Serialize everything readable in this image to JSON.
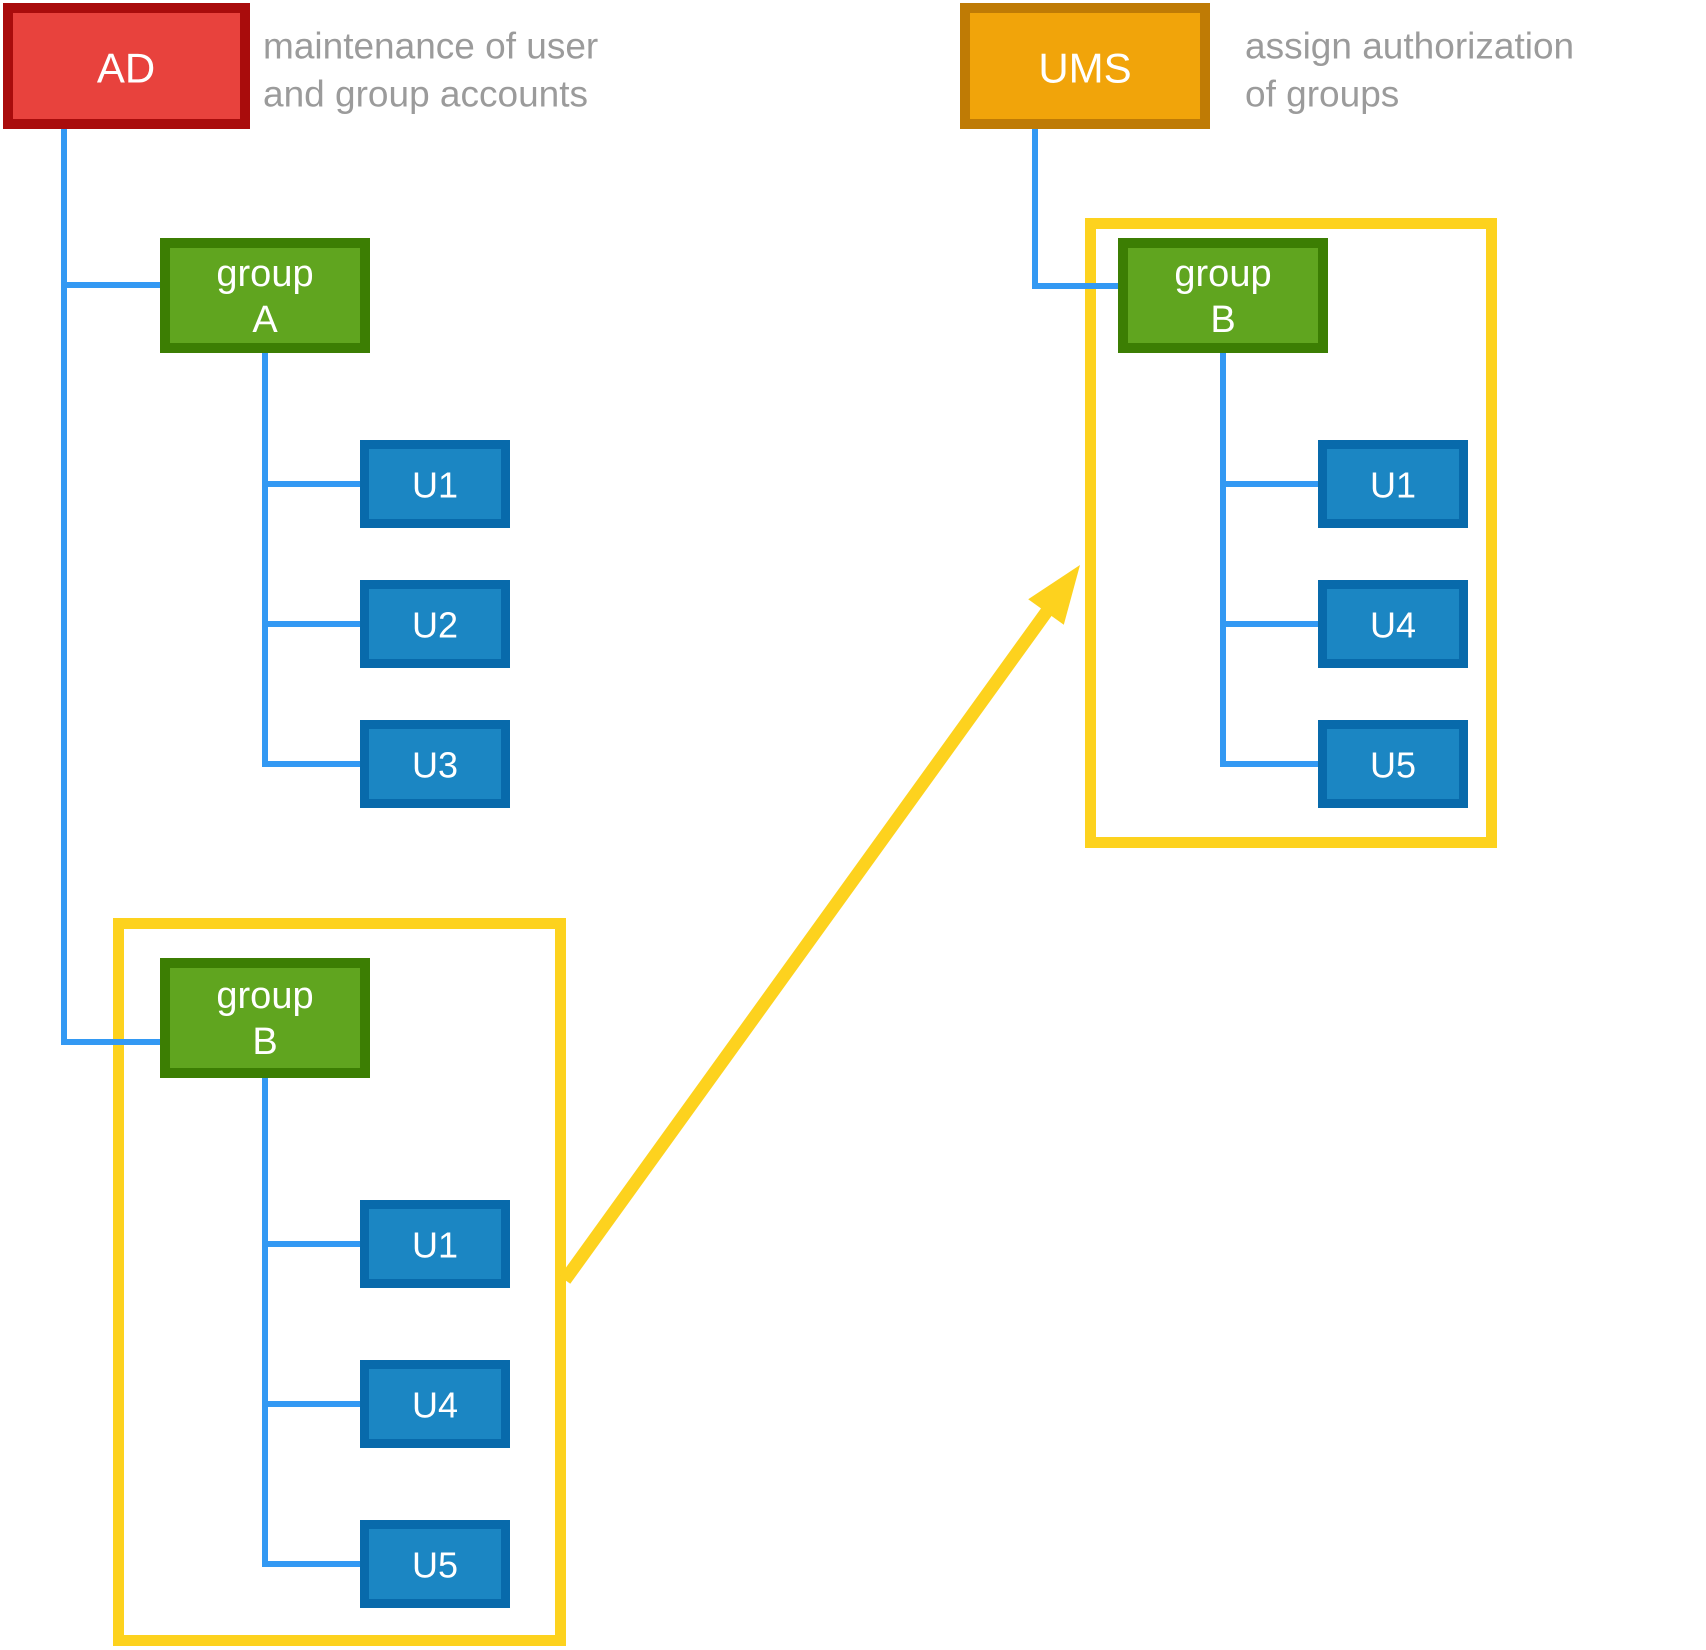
{
  "diagram": {
    "ad": {
      "label": "AD",
      "caption_line1": "maintenance of user",
      "caption_line2": "and group accounts"
    },
    "ums": {
      "label": "UMS",
      "caption_line1": "assign authorization",
      "caption_line2": "of groups"
    },
    "ad_tree_a": {
      "group_line1": "group",
      "group_line2": "A",
      "users": [
        "U1",
        "U2",
        "U3"
      ]
    },
    "ad_tree_b": {
      "group_line1": "group",
      "group_line2": "B",
      "users": [
        "U1",
        "U4",
        "U5"
      ]
    },
    "ums_tree_b": {
      "group_line1": "group",
      "group_line2": "B",
      "users": [
        "U1",
        "U4",
        "U5"
      ]
    }
  },
  "colors": {
    "ad_fill": "#e8423d",
    "ad_border": "#a90c0c",
    "ums_fill": "#f1a40a",
    "ums_border": "#bf7b05",
    "group_fill": "#60a51f",
    "group_border": "#3c7e03",
    "user_fill": "#1b86c3",
    "user_border": "#086aab",
    "connector": "#3399f3",
    "highlight": "#fdd21e",
    "caption_text": "#9b9b9b",
    "box_text": "#ffffff",
    "background": "#ffffff"
  }
}
